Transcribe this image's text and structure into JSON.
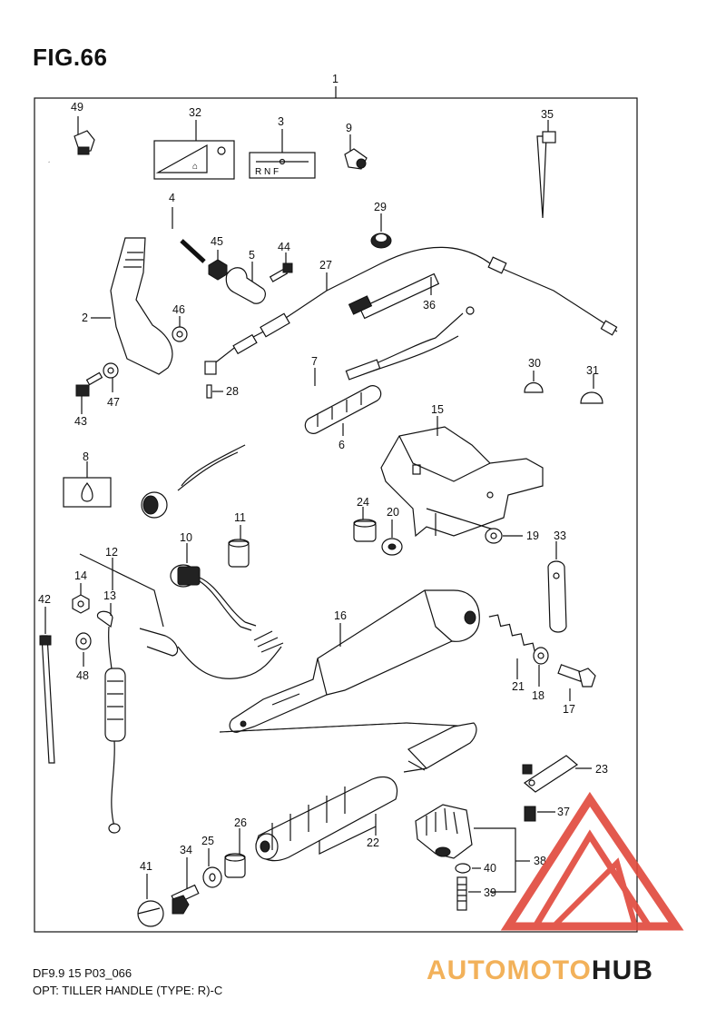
{
  "figure": {
    "title": "FIG.66",
    "assembly_ref": "1"
  },
  "footer": {
    "model_code": "DF9.9 15 P03_066",
    "description": "OPT: TILLER HANDLE (TYPE: R)-C"
  },
  "watermark": {
    "text_part1": "AUTOMOTO",
    "text_part2": "HUB",
    "color_accent": "#e0483b",
    "color_light": "#f2b15a"
  },
  "decal_3": {
    "text": "R  N  F"
  },
  "callouts": [
    "1",
    "2",
    "3",
    "4",
    "5",
    "6",
    "7",
    "8",
    "9",
    "10",
    "11",
    "12",
    "13",
    "14",
    "15",
    "16",
    "17",
    "18",
    "19",
    "20",
    "21",
    "22",
    "23",
    "24",
    "25",
    "26",
    "27",
    "28",
    "29",
    "30",
    "31",
    "32",
    "33",
    "34",
    "35",
    "36",
    "37",
    "38",
    "39",
    "40",
    "41",
    "42",
    "43",
    "44",
    "45",
    "46",
    "47",
    "48",
    "49"
  ]
}
